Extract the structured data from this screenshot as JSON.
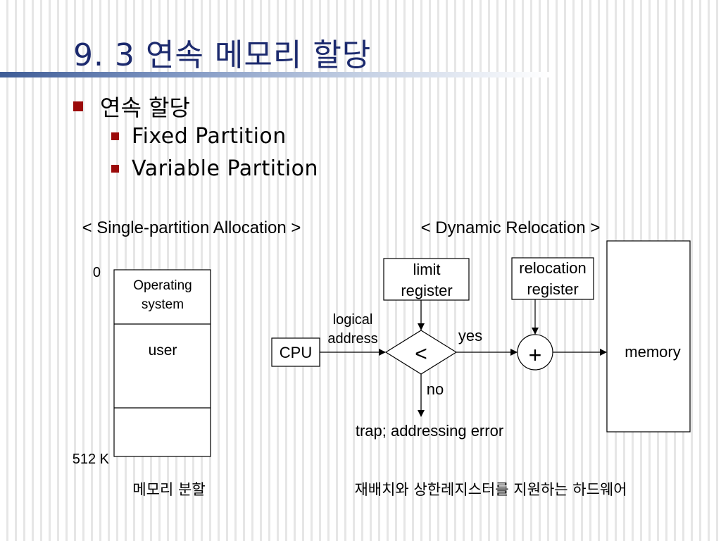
{
  "slide": {
    "title": "9. 3 연속 메모리 할당",
    "bullets": [
      {
        "text": "연속 할당",
        "sub": [
          {
            "text": "Fixed Partition"
          },
          {
            "text": "Variable Partition"
          }
        ]
      }
    ]
  },
  "left_diagram": {
    "heading": "< Single-partition Allocation >",
    "addr_start": "0",
    "addr_end": "512 K",
    "os_line1": "Operating",
    "os_line2": "system",
    "user": "user",
    "caption": "메모리 분할"
  },
  "right_diagram": {
    "heading": "< Dynamic Relocation >",
    "limit_line1": "limit",
    "limit_line2": "register",
    "relocation_line1": "relocation",
    "relocation_line2": "register",
    "logical_line1": "logical",
    "logical_line2": "address",
    "cpu": "CPU",
    "compare": "<",
    "plus": "+",
    "yes": "yes",
    "no": "no",
    "memory": "memory",
    "trap": "trap; addressing error",
    "caption": "재배치와 상한레지스터를 지원하는 하드웨어"
  },
  "colors": {
    "title": "#1c2a6e",
    "bullet": "#9b0a0a"
  }
}
